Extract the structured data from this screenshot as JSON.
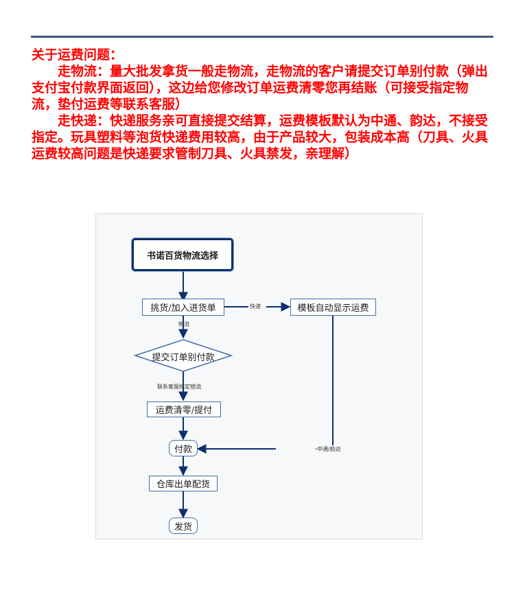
{
  "notice": {
    "heading": "关于运费问题：",
    "logistics_paragraph": "走物流：量大批发拿货一般走物流，走物流的客户请提交订单别付款（弹出支付宝付款界面返回），这边给您修改订单运费清零您再结账（可接受指定物流，垫付运费等联系客服）",
    "express_paragraph": "走快递：快递服务亲可直接提交结算，运费模板默认为中通、韵达，不接受指定。玩具塑料等泡货快递费用较高，由于产品较大，包装成本高（刀具、火具运费较高问题是快递要求管制刀具、火具禁发，亲理解）",
    "color": "#ff0000"
  },
  "flowchart": {
    "start": "书诺百货物流选择",
    "pick_goods": "挑货/加入进货单",
    "template_fee": "模板自动显示运费",
    "submit_order": "提交订单别付款",
    "clear_fee": "运费清零/提付",
    "payment": "付款",
    "warehouse": "仓库出单配货",
    "ship": "发货",
    "labels": {
      "express": "快递",
      "logistics": "物流",
      "contact_service": "联系客服指定物流",
      "zto_yunda": "中通/韵达"
    },
    "colors": {
      "arrow": "#0d2f6b",
      "node_border": "#3f6ea8"
    }
  }
}
